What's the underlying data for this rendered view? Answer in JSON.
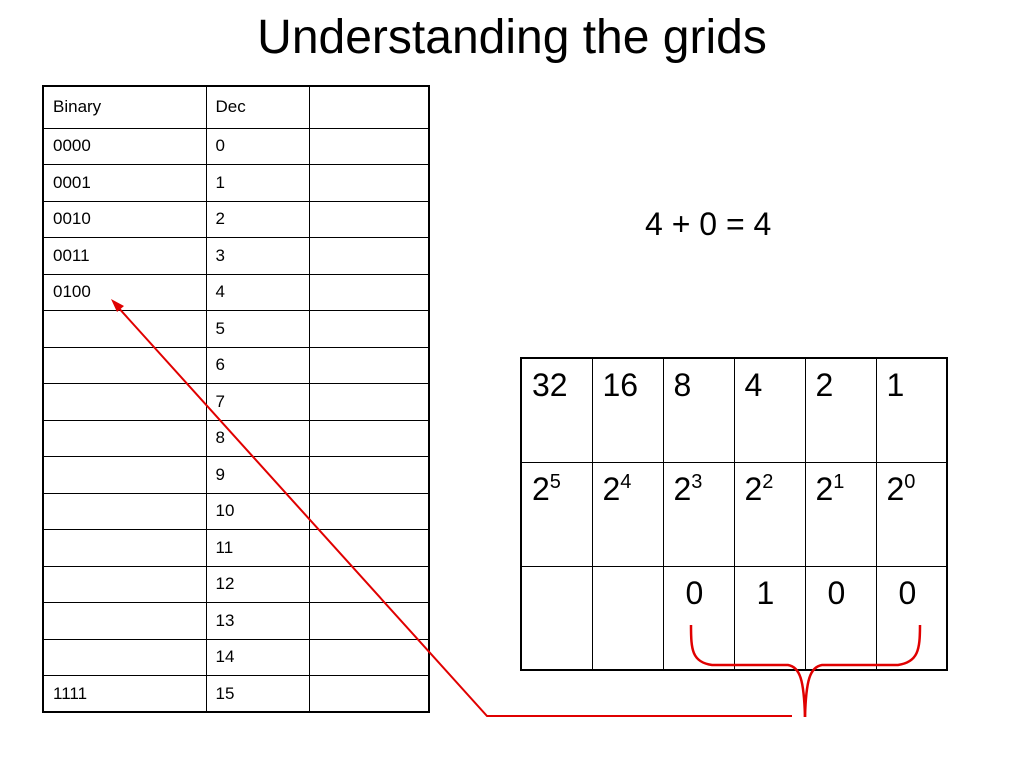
{
  "slide": {
    "title": "Understanding the grids",
    "equation": "4 + 0 = 4"
  },
  "binary_table": {
    "headers": [
      "Binary",
      "Dec",
      ""
    ],
    "rows": [
      [
        "0000",
        "0",
        ""
      ],
      [
        "0001",
        "1",
        ""
      ],
      [
        "0010",
        "2",
        ""
      ],
      [
        "0011",
        "3",
        ""
      ],
      [
        "0100",
        "4",
        ""
      ],
      [
        "",
        "5",
        ""
      ],
      [
        "",
        "6",
        ""
      ],
      [
        "",
        "7",
        ""
      ],
      [
        "",
        "8",
        ""
      ],
      [
        "",
        "9",
        ""
      ],
      [
        "",
        "10",
        ""
      ],
      [
        "",
        "11",
        ""
      ],
      [
        "",
        "12",
        ""
      ],
      [
        "",
        "13",
        ""
      ],
      [
        "",
        "14",
        ""
      ],
      [
        "1111",
        "15",
        ""
      ]
    ]
  },
  "place_value_grid": {
    "values": [
      "32",
      "16",
      "8",
      "4",
      "2",
      "1"
    ],
    "powers": [
      {
        "base": "2",
        "exp": "5"
      },
      {
        "base": "2",
        "exp": "4"
      },
      {
        "base": "2",
        "exp": "3"
      },
      {
        "base": "2",
        "exp": "2"
      },
      {
        "base": "2",
        "exp": "1"
      },
      {
        "base": "2",
        "exp": "0"
      }
    ],
    "digits": [
      "",
      "",
      "0",
      "1",
      "0",
      "0"
    ]
  },
  "colors": {
    "arrow": "#e00000",
    "bracket": "#e00000"
  }
}
